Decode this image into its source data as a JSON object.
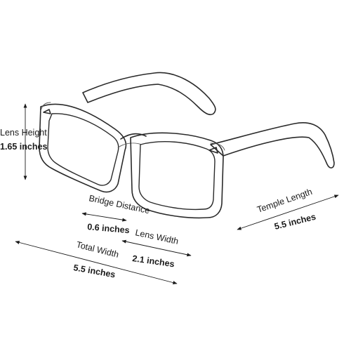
{
  "measurements": {
    "lens_height": {
      "label": "Lens Height",
      "value": "1.65 inches"
    },
    "bridge_distance": {
      "label": "Bridge Distance",
      "value": "0.6 inches"
    },
    "lens_width": {
      "label": "Lens Width",
      "value": "2.1 inches"
    },
    "total_width": {
      "label": "Total Width",
      "value": "5.5 inches"
    },
    "temple_length": {
      "label": "Temple Length",
      "value": "5.5 inches"
    }
  },
  "colors": {
    "ink": "#1a1a1a",
    "frame": "#2a2a2a",
    "background": "#ffffff"
  }
}
